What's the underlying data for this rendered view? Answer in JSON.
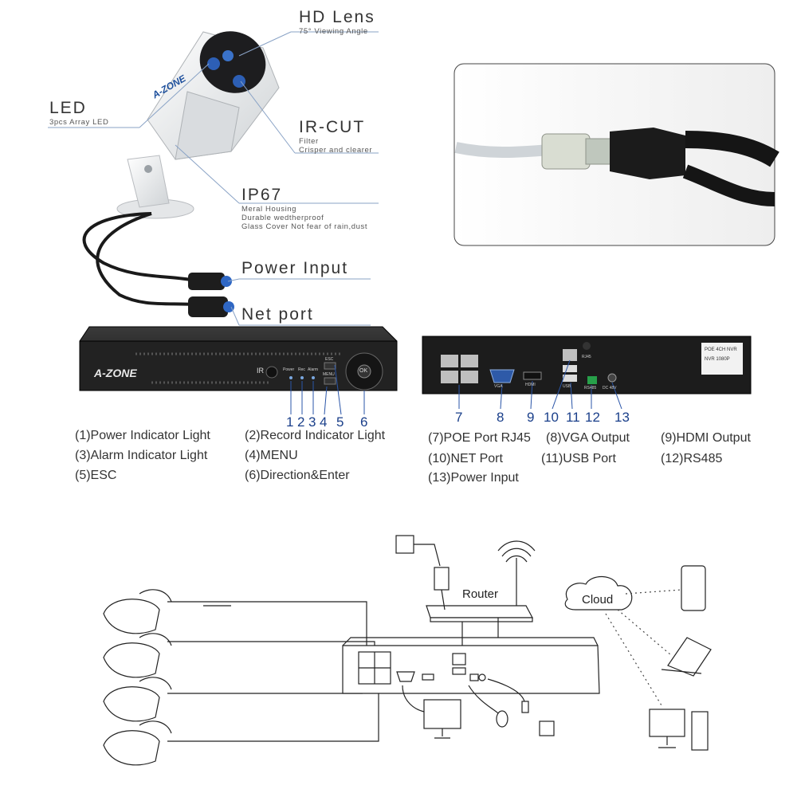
{
  "camera_callouts": {
    "hd_lens": {
      "title": "HD Lens",
      "sub": [
        "75°  Viewing Angle"
      ]
    },
    "led": {
      "title": "LED",
      "sub": [
        "3pcs Array LED"
      ]
    },
    "ir_cut": {
      "title": "IR-CUT",
      "sub": [
        "Filter",
        "Crisper and clearer"
      ]
    },
    "ip67": {
      "title": "IP67",
      "sub": [
        "Meral Housing",
        "Durable wedtherproof",
        "Glass Cover Not fear of rain,dust"
      ]
    },
    "power_input": {
      "title": "Power Input"
    },
    "net_port": {
      "title": "Net port"
    }
  },
  "brand": "A-ZONE",
  "nvr_front": {
    "ir_label": "IR",
    "panel_labels": [
      "Power",
      "Rec",
      "Alarm",
      "MENU",
      "ESC"
    ],
    "ok_label": "OK",
    "numbers": [
      "1",
      "2",
      "3",
      "4",
      "5",
      "6"
    ]
  },
  "nvr_back": {
    "numbers": [
      "7",
      "8",
      "9",
      "10",
      "11",
      "12",
      "13"
    ],
    "port_labels": {
      "vga": "VGA",
      "hdmi": "HDMI",
      "rj45": "RJ45",
      "usb": "USB",
      "rs485": "RS485",
      "dc": "DC 48V"
    },
    "sticker": [
      "POE 4CH NVR",
      "NVR 1080P"
    ]
  },
  "front_legend": [
    [
      "(1)Power Indicator Light",
      "(2)Record Indicator Light"
    ],
    [
      "(3)Alarm Indicator Light",
      "(4)MENU"
    ],
    [
      "(5)ESC",
      "(6)Direction&Enter"
    ]
  ],
  "back_legend": [
    [
      "(7)POE Port RJ45",
      "(8)VGA Output",
      "(9)HDMI Output"
    ],
    [
      "(10)NET Port",
      "(11)USB Port",
      "(12)RS485"
    ],
    [
      "(13)Power Input"
    ]
  ],
  "diagram": {
    "router_label": "Router",
    "cloud_label": "Cloud"
  },
  "colors": {
    "accent_blue": "#1d4f9c",
    "line_blue": "#5b8fd0",
    "dark": "#1c1c1c"
  }
}
